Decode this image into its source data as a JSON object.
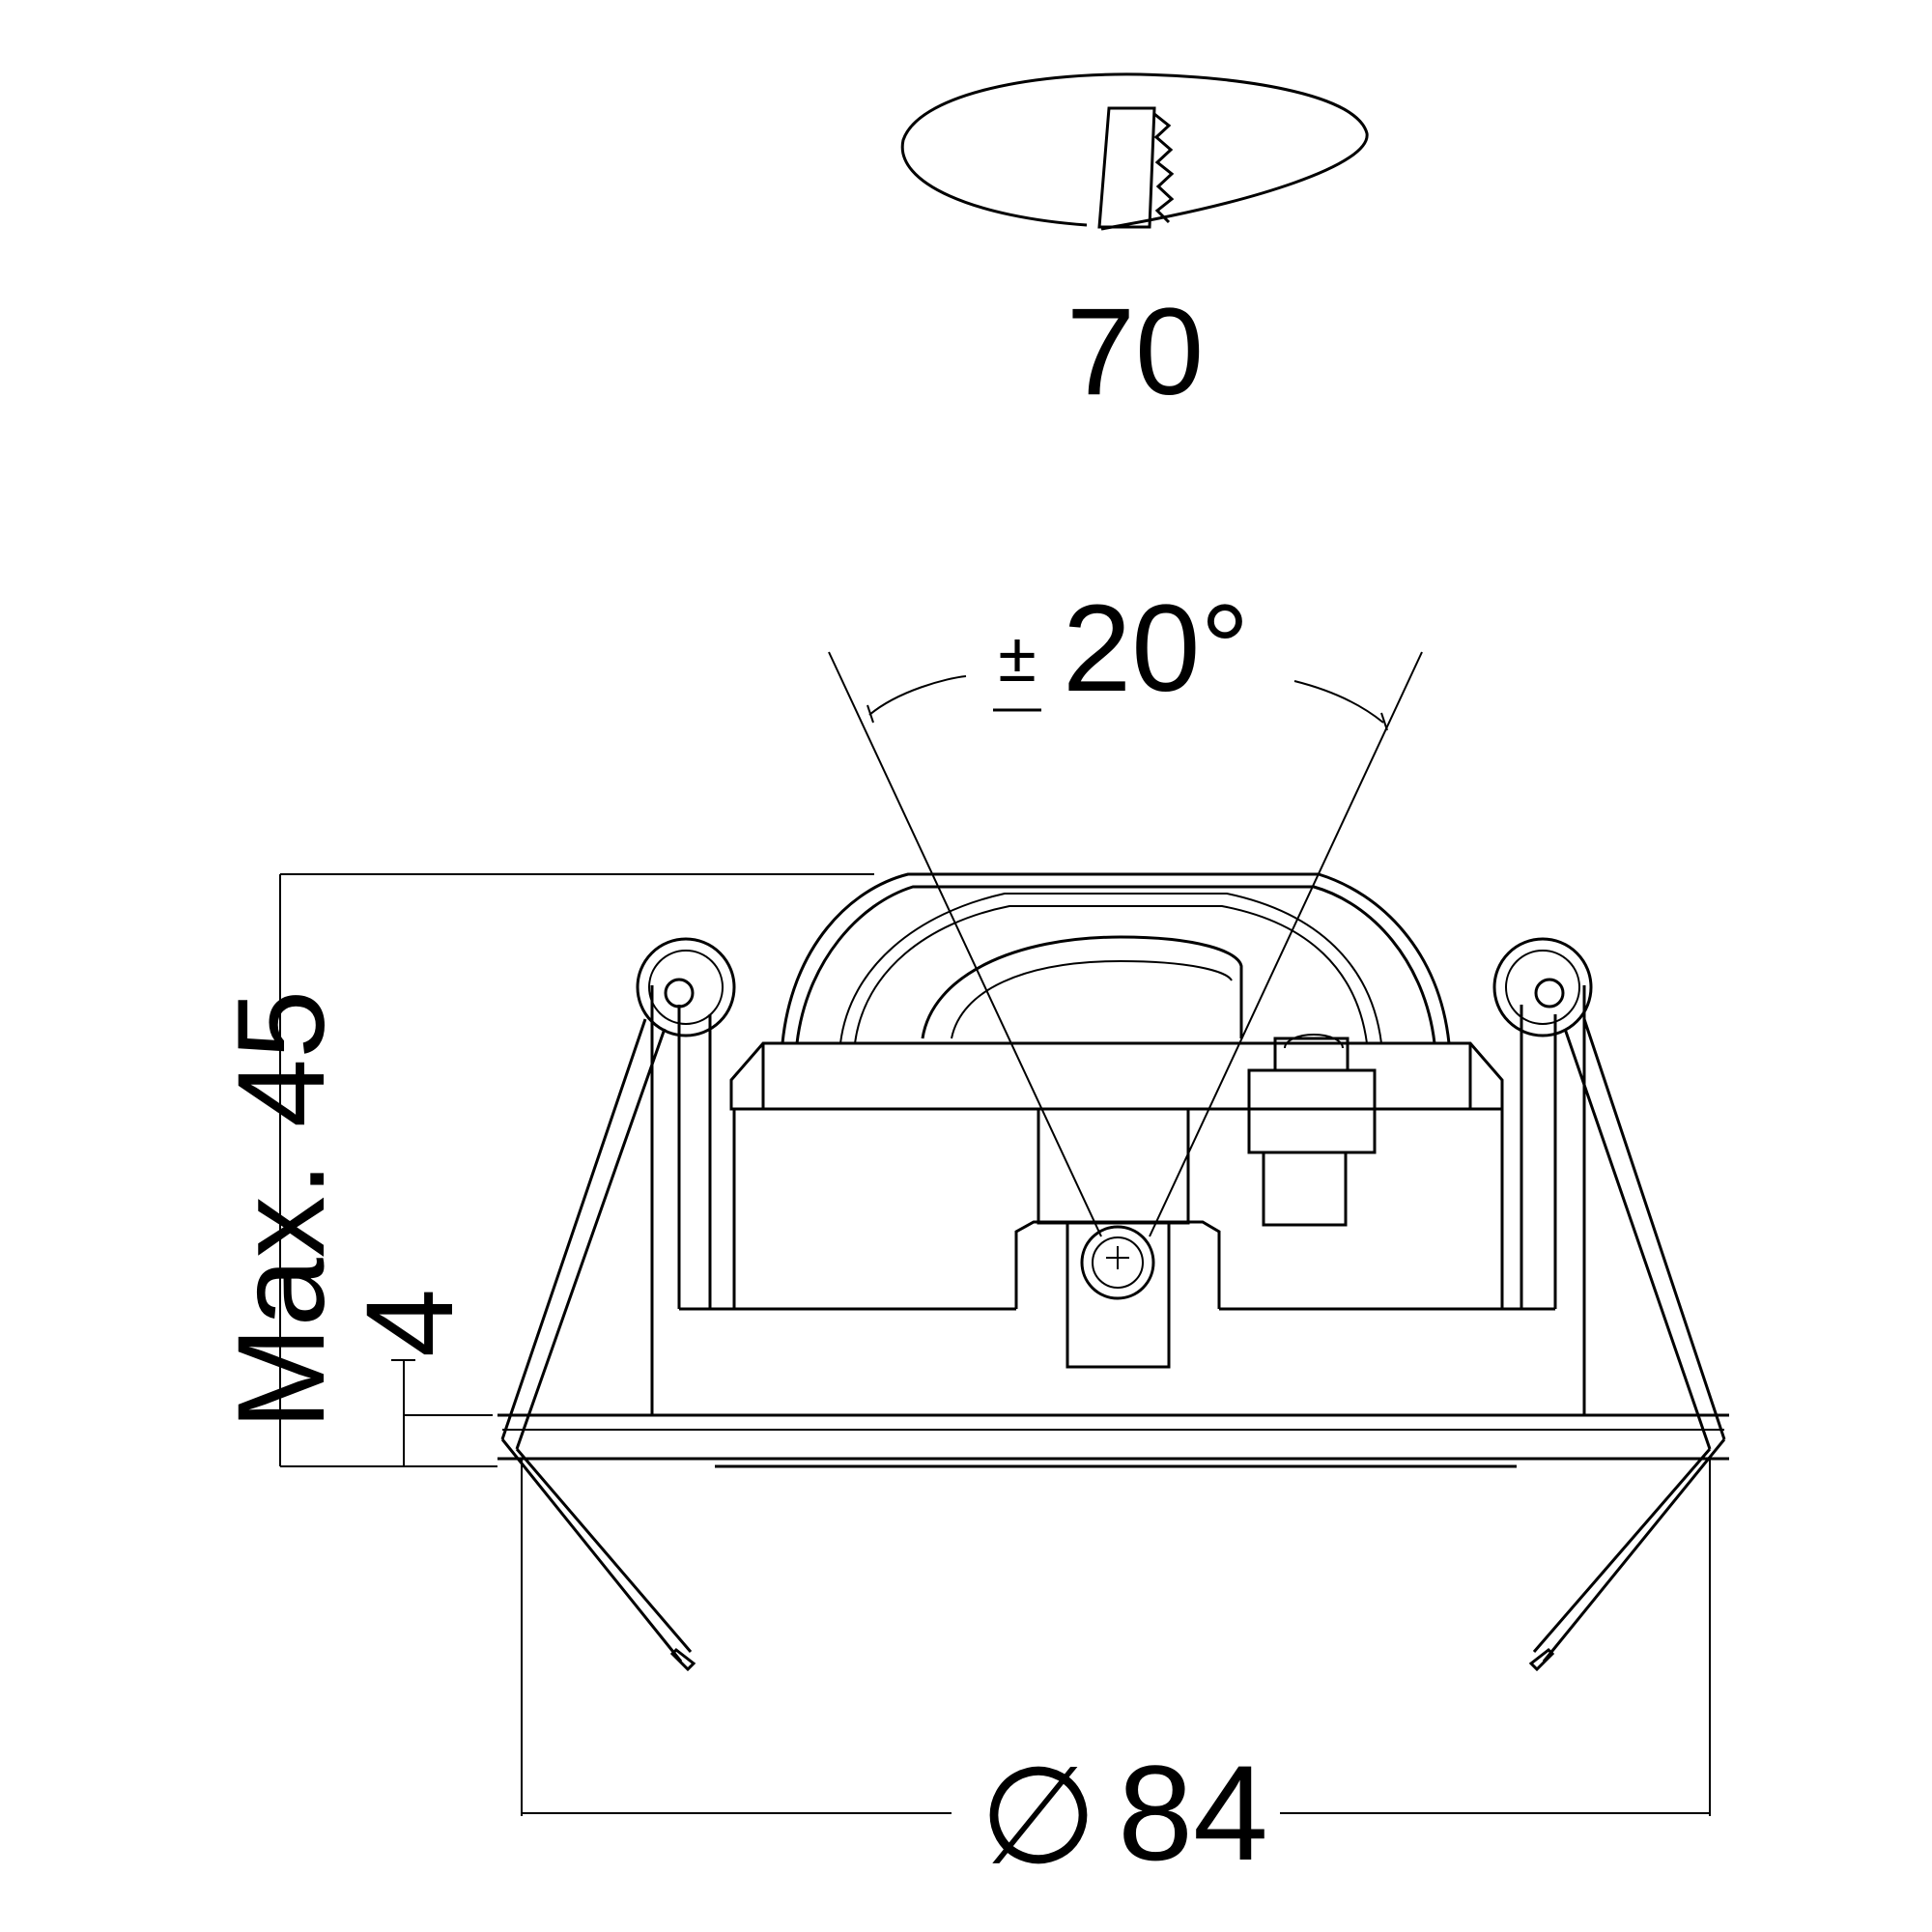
{
  "labels": {
    "cutout": "70",
    "tilt_angle": "20°",
    "tilt_prefix": "±",
    "height_max": "Max. 45",
    "flange": "4",
    "diameter_symbol": "∅",
    "diameter": "84"
  },
  "colors": {
    "line": "#000000",
    "background": "#ffffff"
  }
}
